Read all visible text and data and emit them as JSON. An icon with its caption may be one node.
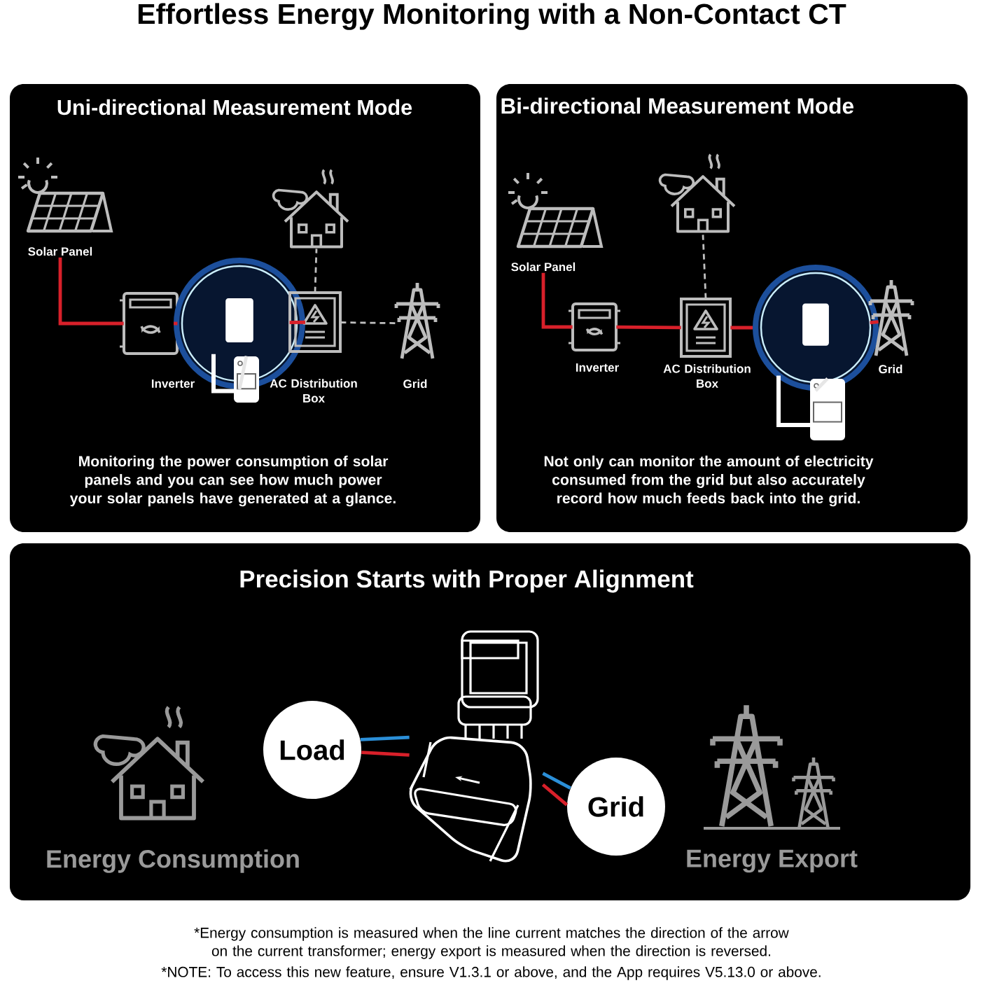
{
  "diagram": {
    "title": "Effortless Energy Monitoring with a Non-Contact CT",
    "nodes": [
      {
        "text": [
          "Uni-directional Measurement Mode",
          "Monitoring the power consumption of solar panels and you can see how much power your solar panels have generated at a glance."
        ]
      },
      {
        "text": [
          "Solar Panel"
        ],
        "in": 0
      },
      {
        "text": [
          "Inverter"
        ],
        "in": 0
      },
      {
        "text": [],
        "shape": "circle",
        "in": 0
      },
      {
        "text": [
          "AC Distribution Box"
        ],
        "in": 0
      },
      {
        "text": [],
        "shape": "picture",
        "in": 0
      },
      {
        "text": [
          "Grid"
        ],
        "in": 0
      },
      {
        "text": [],
        "shape": "picture",
        "in": 0
      },
      {
        "text": [
          "Bi-directional Measurement Mode",
          "Not only can monitor the amount of electricity consumed from the grid but also accurately record how much feeds back into the grid."
        ]
      },
      {
        "text": [
          "Solar Panel"
        ],
        "in": 8
      },
      {
        "text": [
          "Inverter"
        ],
        "in": 8
      },
      {
        "text": [],
        "shape": "picture",
        "in": 8
      },
      {
        "text": [
          "AC Distribution Box"
        ],
        "in": 8
      },
      {
        "text": [],
        "shape": "circle",
        "in": 8
      },
      {
        "text": [
          "Grid"
        ],
        "in": 8
      },
      {
        "text": [],
        "shape": "picture",
        "in": 8
      },
      {
        "text": [
          "Precision Starts with Proper Alignment"
        ]
      },
      {
        "text": [
          "Energy Consumption"
        ],
        "in": 16
      },
      {
        "text": [
          "Load"
        ],
        "in": 16
      },
      {
        "text": [],
        "shape": "picture",
        "in": 16
      },
      {
        "text": [
          "Grid"
        ],
        "in": 16
      },
      {
        "text": [
          "Energy Export"
        ],
        "in": 16
      }
    ],
    "edges": [
      {
        "from": 1,
        "to": 2,
        "arrow": "none"
      },
      {
        "from": 2,
        "to": 3,
        "arrow": "none"
      },
      {
        "from": 3,
        "to": 4,
        "arrow": "none"
      },
      {
        "from": 4,
        "to": 5,
        "arrow": "none",
        "style": "dashed",
        "color": "#bfbfbf"
      },
      {
        "from": 4,
        "to": 6,
        "arrow": "none",
        "style": "dashed",
        "color": "#bfbfbf"
      },
      {
        "from": 7,
        "to": 3,
        "arrow": "none",
        "color": "#e6e6e6"
      },
      {
        "from": 9,
        "to": 10,
        "arrow": "none"
      },
      {
        "from": 10,
        "to": 12,
        "arrow": "none"
      },
      {
        "from": 12,
        "to": 13,
        "arrow": "none"
      },
      {
        "from": 13,
        "to": 14,
        "arrow": "none"
      },
      {
        "from": 12,
        "to": 11,
        "arrow": "none",
        "style": "dashed",
        "color": "#bfbfbf"
      },
      {
        "from": 15,
        "to": 13,
        "arrow": "none",
        "color": "#e6e6e6"
      },
      {
        "from": 18,
        "to": 19,
        "arrow": "none",
        "color": "#2b8fd8"
      },
      {
        "from": 18,
        "to": 19,
        "arrow": "none"
      },
      {
        "from": 19,
        "to": 20,
        "arrow": "none",
        "color": "#2b8fd8"
      },
      {
        "from": 19,
        "to": 20,
        "arrow": "none"
      }
    ],
    "labels": [
      "*Energy consumption is measured when the line current matches the direction of the arrow on the current transformer; energy export is measured when the direction is reversed.",
      "*NOTE: To access this new feature, ensure V1.3.1 or above, and the App requires V5.13.0 or above."
    ]
  }
}
